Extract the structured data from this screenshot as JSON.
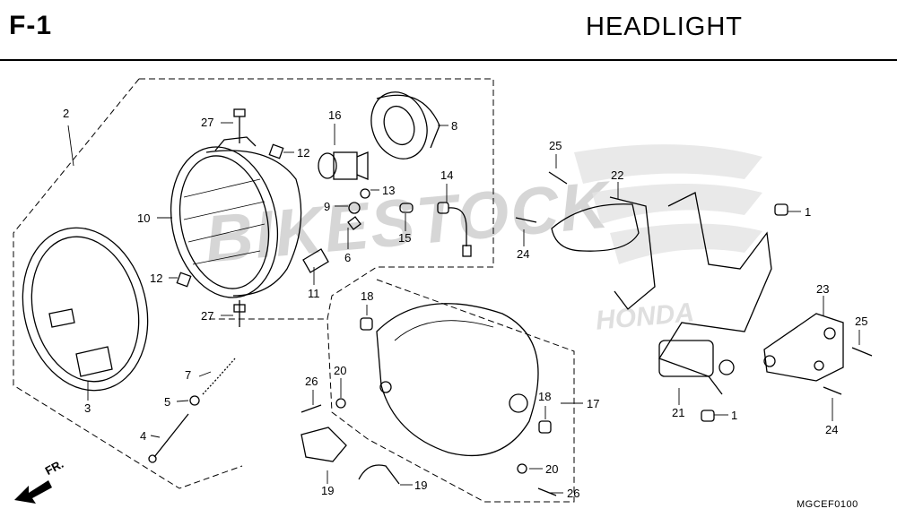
{
  "header": {
    "code": "F-1",
    "title": "HEADLIGHT"
  },
  "direction_label": "FR.",
  "diagram_code": "MGCEF0100",
  "watermark": {
    "main": "BIKESTOCK",
    "sub": "HONDA"
  },
  "parts": [
    {
      "id": "p2",
      "num": "2"
    },
    {
      "id": "p27a",
      "num": "27"
    },
    {
      "id": "p16",
      "num": "16"
    },
    {
      "id": "p8",
      "num": "8"
    },
    {
      "id": "p12a",
      "num": "12"
    },
    {
      "id": "p10",
      "num": "10"
    },
    {
      "id": "p13",
      "num": "13"
    },
    {
      "id": "p9",
      "num": "9"
    },
    {
      "id": "p14",
      "num": "14"
    },
    {
      "id": "p15",
      "num": "15"
    },
    {
      "id": "p6",
      "num": "6"
    },
    {
      "id": "p12b",
      "num": "12"
    },
    {
      "id": "p11",
      "num": "11"
    },
    {
      "id": "p27b",
      "num": "27"
    },
    {
      "id": "p18a",
      "num": "18"
    },
    {
      "id": "p7",
      "num": "7"
    },
    {
      "id": "p5",
      "num": "5"
    },
    {
      "id": "p3",
      "num": "3"
    },
    {
      "id": "p4",
      "num": "4"
    },
    {
      "id": "p26a",
      "num": "26"
    },
    {
      "id": "p20a",
      "num": "20"
    },
    {
      "id": "p18b",
      "num": "18"
    },
    {
      "id": "p17",
      "num": "17"
    },
    {
      "id": "p19a",
      "num": "19"
    },
    {
      "id": "p19b",
      "num": "19"
    },
    {
      "id": "p20b",
      "num": "20"
    },
    {
      "id": "p26b",
      "num": "26"
    },
    {
      "id": "p25a",
      "num": "25"
    },
    {
      "id": "p22",
      "num": "22"
    },
    {
      "id": "p24a",
      "num": "24"
    },
    {
      "id": "p1a",
      "num": "1"
    },
    {
      "id": "p23",
      "num": "23"
    },
    {
      "id": "p25b",
      "num": "25"
    },
    {
      "id": "p21",
      "num": "21"
    },
    {
      "id": "p1b",
      "num": "1"
    },
    {
      "id": "p24b",
      "num": "24"
    }
  ]
}
